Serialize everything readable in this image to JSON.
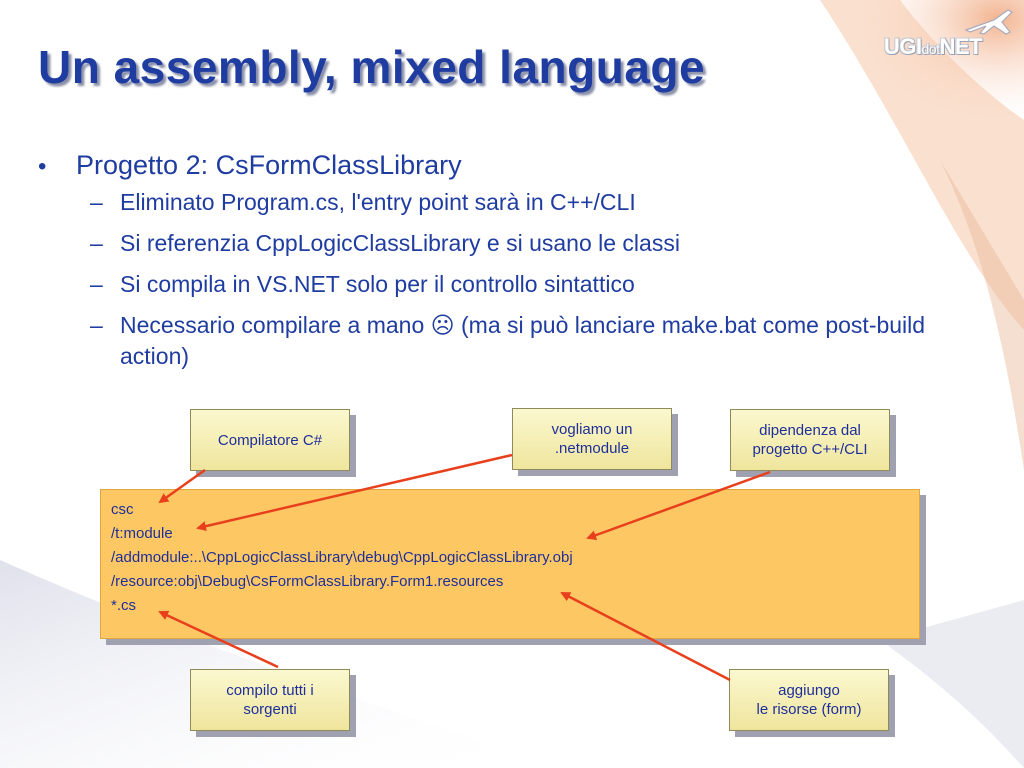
{
  "logo": {
    "part1": "UGI",
    "part2": "dot",
    "part3": "NET"
  },
  "title": "Un assembly, mixed language",
  "bullet": "Progetto 2: CsFormClassLibrary",
  "sub_bullets": [
    "Eliminato Program.cs, l'entry point sarà in C++/CLI",
    "Si referenzia CppLogicClassLibrary e si usano le classi",
    "Si compila in VS.NET solo per il controllo sintattico"
  ],
  "last_bullet": {
    "before": "Necessario compilare a mano",
    "emoji": "☹",
    "after": "(ma si può lanciare make.bat come post-build action)"
  },
  "code_lines": [
    "csc",
    "/t:module",
    "/addmodule:..\\CppLogicClassLibrary\\debug\\CppLogicClassLibrary.obj",
    "/resource:obj\\Debug\\CsFormClassLibrary.Form1.resources",
    "*.cs"
  ],
  "callouts": {
    "compilatore": [
      "Compilatore C#"
    ],
    "netmodule": [
      "vogliamo un",
      ".netmodule"
    ],
    "dipendenza": [
      "dipendenza dal",
      "progetto C++/CLI"
    ],
    "sorgenti": [
      "compilo tutti i",
      "sorgenti"
    ],
    "risorse": [
      "aggiungo",
      "le risorse (form)"
    ]
  },
  "colors": {
    "title": "#1f3ca0",
    "code_bg": "#fdc863",
    "arrow": "#e8401c"
  }
}
